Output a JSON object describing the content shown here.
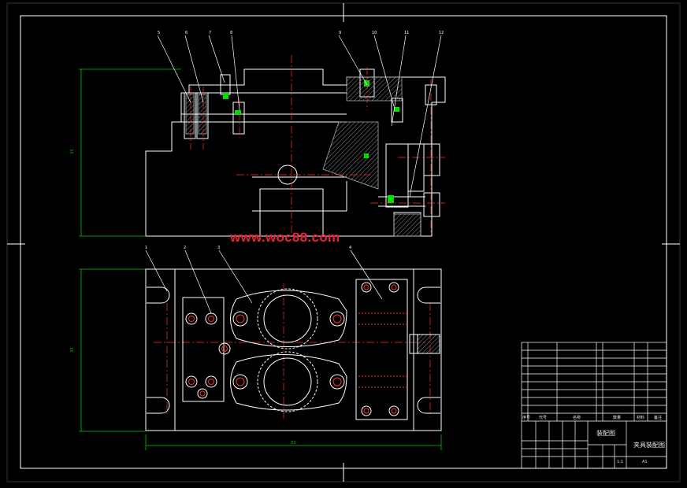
{
  "watermark": "www.woc88.com",
  "colors": {
    "background": "#000000",
    "outline": "#ffffff",
    "dimension": "#00c800",
    "center_line": "#ff3030",
    "bolt": "#ff3030",
    "hatch": "#808080",
    "highlight": "#00ff00",
    "leader": "#ffffff"
  },
  "title_block": {
    "drawing_name": "夹具装配图",
    "sheet_type": "装配图",
    "scale": "1:1",
    "sheet": "A1",
    "headers": [
      "序号",
      "代号",
      "名称",
      "数量",
      "材料",
      "备注"
    ]
  }
}
